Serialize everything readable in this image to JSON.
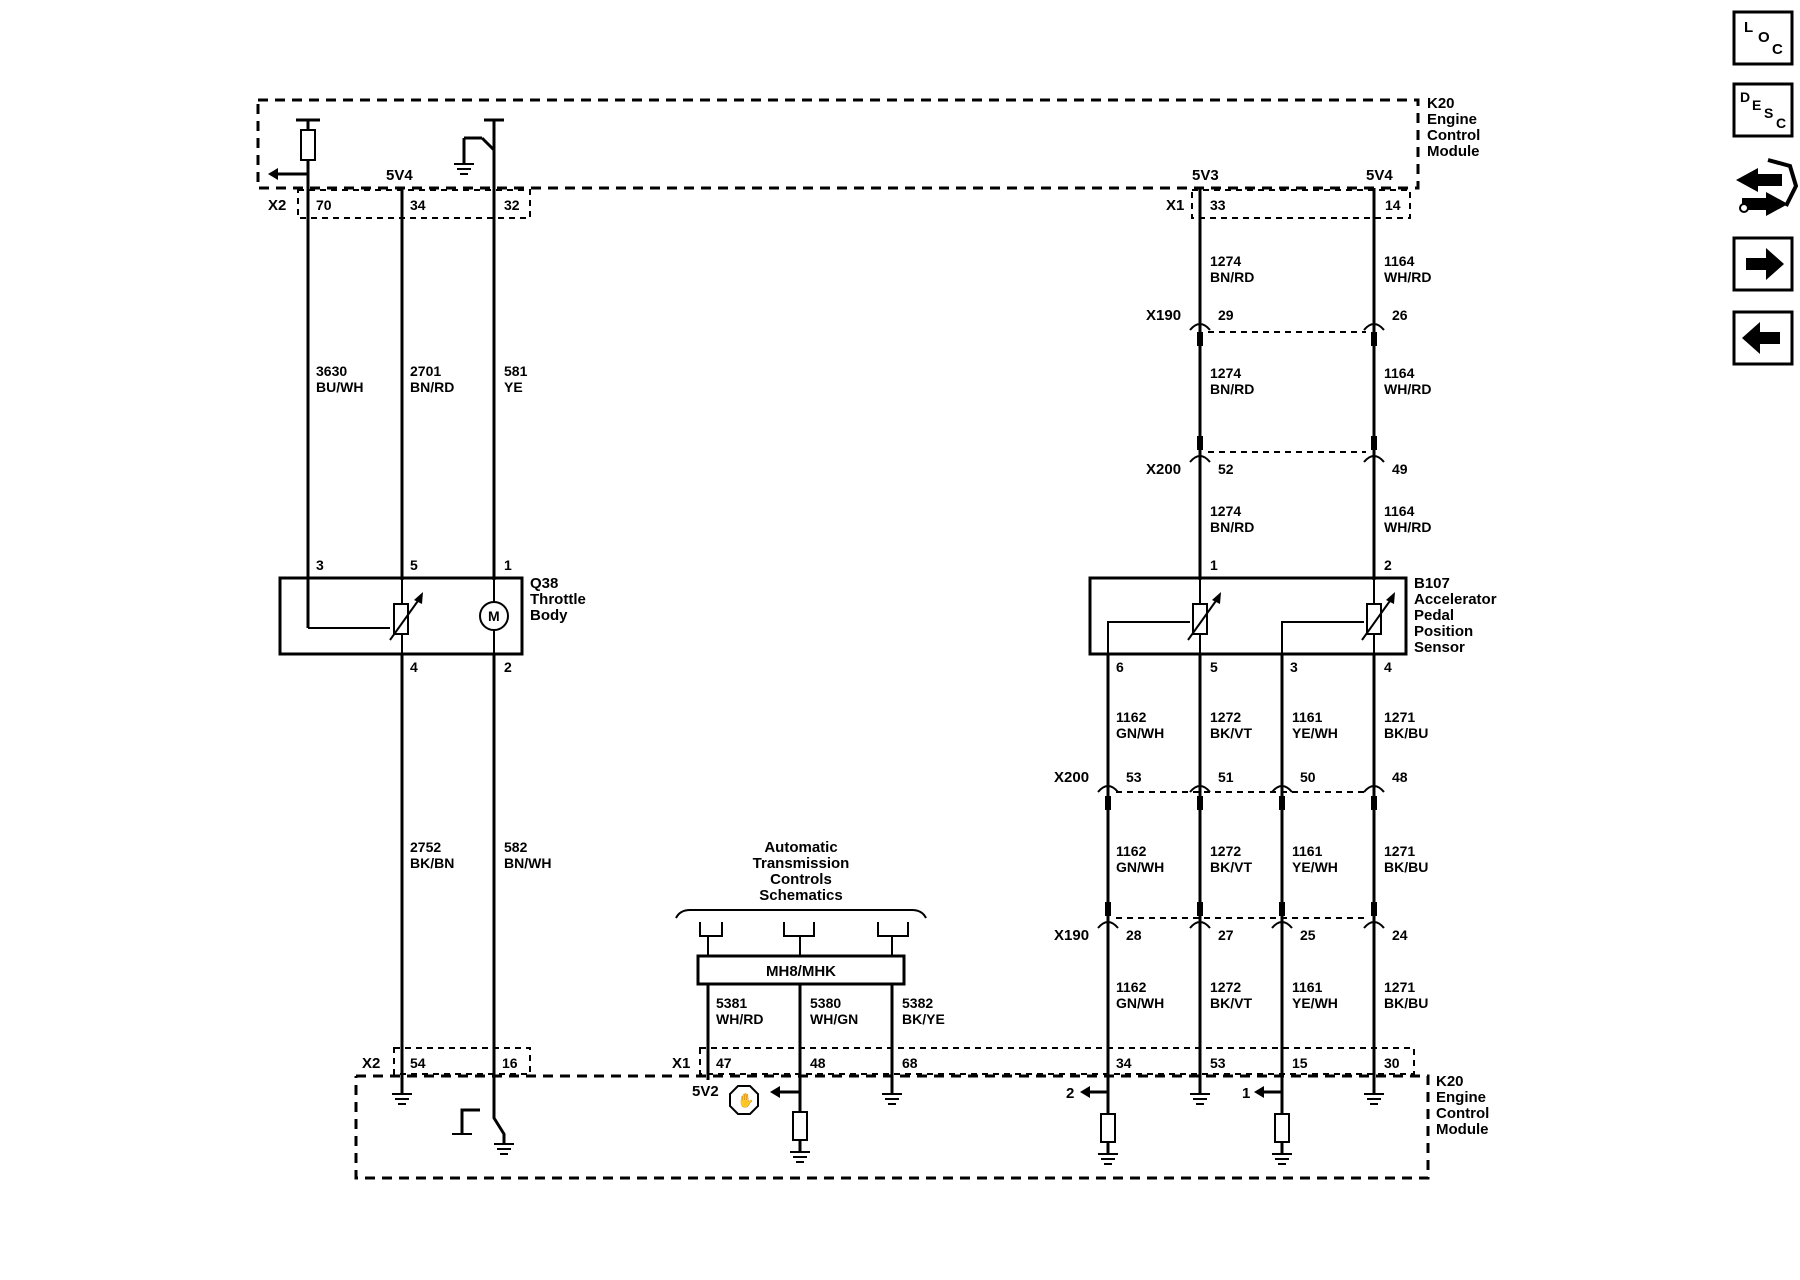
{
  "module_top": {
    "name_lines": [
      "K20",
      "Engine",
      "Control",
      "Module"
    ]
  },
  "module_bottom": {
    "name_lines": [
      "K20",
      "Engine",
      "Control",
      "Module"
    ]
  },
  "throttle_body": {
    "name_lines": [
      "Q38",
      "Throttle",
      "Body"
    ],
    "pins_top": [
      "3",
      "5",
      "1"
    ],
    "pins_bottom": [
      "4",
      "2"
    ],
    "motor_label": "M"
  },
  "app_sensor": {
    "name_lines": [
      "B107",
      "Accelerator",
      "Pedal",
      "Position",
      "Sensor"
    ],
    "pins_top": [
      "1",
      "2"
    ],
    "pins_bottom": [
      "6",
      "5",
      "3",
      "4"
    ]
  },
  "top_connectors": {
    "x2": {
      "label": "X2",
      "pins": [
        "70",
        "34",
        "32"
      ]
    },
    "x1": {
      "label": "X1",
      "pins": [
        "33",
        "14"
      ]
    },
    "refs": [
      "5V4",
      "5V3",
      "5V4"
    ]
  },
  "bottom_connectors": {
    "x2": {
      "label": "X2",
      "pins": [
        "54",
        "16"
      ]
    },
    "x1": {
      "label": "X1",
      "pins": [
        "47",
        "48",
        "68",
        "34",
        "53",
        "15",
        "30"
      ]
    },
    "refs": [
      "5V2",
      "2",
      "1"
    ]
  },
  "inline": {
    "x190_top": {
      "label": "X190",
      "pins": [
        "29",
        "26"
      ]
    },
    "x200_top": {
      "label": "X200",
      "pins": [
        "52",
        "49"
      ]
    },
    "x200_bottom": {
      "label": "X200",
      "pins": [
        "53",
        "51",
        "50",
        "48"
      ]
    },
    "x190_bottom": {
      "label": "X190",
      "pins": [
        "28",
        "27",
        "25",
        "24"
      ]
    }
  },
  "wires": {
    "w3630": [
      "3630",
      "BU/WH"
    ],
    "w2701": [
      "2701",
      "BN/RD"
    ],
    "w581": [
      "581",
      "YE"
    ],
    "w2752": [
      "2752",
      "BK/BN"
    ],
    "w582": [
      "582",
      "BN/WH"
    ],
    "w1274": [
      "1274",
      "BN/RD"
    ],
    "w1164": [
      "1164",
      "WH/RD"
    ],
    "w1162": [
      "1162",
      "GN/WH"
    ],
    "w1272": [
      "1272",
      "BK/VT"
    ],
    "w1161": [
      "1161",
      "YE/WH"
    ],
    "w1271": [
      "1271",
      "BK/BU"
    ],
    "w5381": [
      "5381",
      "WH/RD"
    ],
    "w5380": [
      "5380",
      "WH/GN"
    ],
    "w5382": [
      "5382",
      "BK/YE"
    ]
  },
  "transmission": {
    "ref_lines": [
      "Automatic",
      "Transmission",
      "Controls",
      "Schematics"
    ],
    "option_label": "MH8/MHK"
  },
  "nav": {
    "loc": [
      "L",
      "O",
      "C"
    ],
    "desc": [
      "D",
      "E",
      "S",
      "C"
    ]
  }
}
